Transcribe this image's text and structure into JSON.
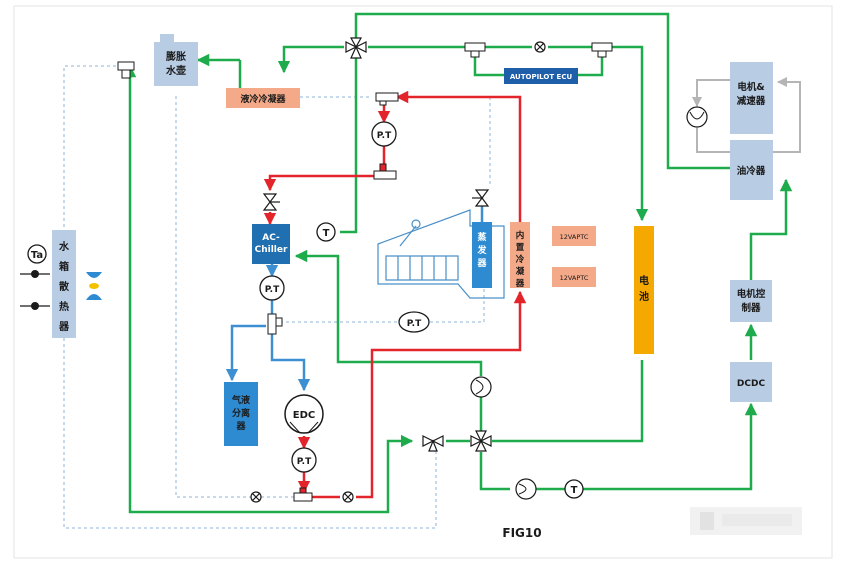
{
  "caption": "FIG10",
  "colors": {
    "coolant_line": "#1eab4b",
    "refrigerant_hot": "#e3242b",
    "refrigerant_cold": "#3d8fd1",
    "dashed_line": "#8fb3d9",
    "gray_loop": "#b5b5b5",
    "component_fill": "#b8cce4",
    "component_dark": "#1f6fb1",
    "hx_fill": "#f4a988",
    "battery_fill": "#f5a800",
    "ecu_fill": "#1f5ea8"
  },
  "components": {
    "expansion_tank": "膨胀水壶",
    "liquid_condenser": "液冷冷凝器",
    "autopilot_ecu": "AUTOPILOT ECU",
    "motor_reducer": "电机&减速器",
    "oil_cooler": "油冷器",
    "radiator": "水箱散热器",
    "ambient_sensor": "Ta",
    "ac_chiller": "AC-Chiller",
    "evaporator": "蒸发器",
    "inner_condenser": "内置冷凝器",
    "ptc_top": "12VAPTC",
    "ptc_bottom": "12VAPTC",
    "battery": "电池",
    "motor_controller": "电机控制器",
    "dcdc": "DCDC",
    "gas_liquid_separator": "气液分离器",
    "edc": "EDC"
  },
  "sensors": {
    "pt_1": "P.T",
    "pt_2": "P.T",
    "pt_3": "P.T",
    "pt_4": "P.T",
    "t_1": "T",
    "t_2": "T"
  }
}
